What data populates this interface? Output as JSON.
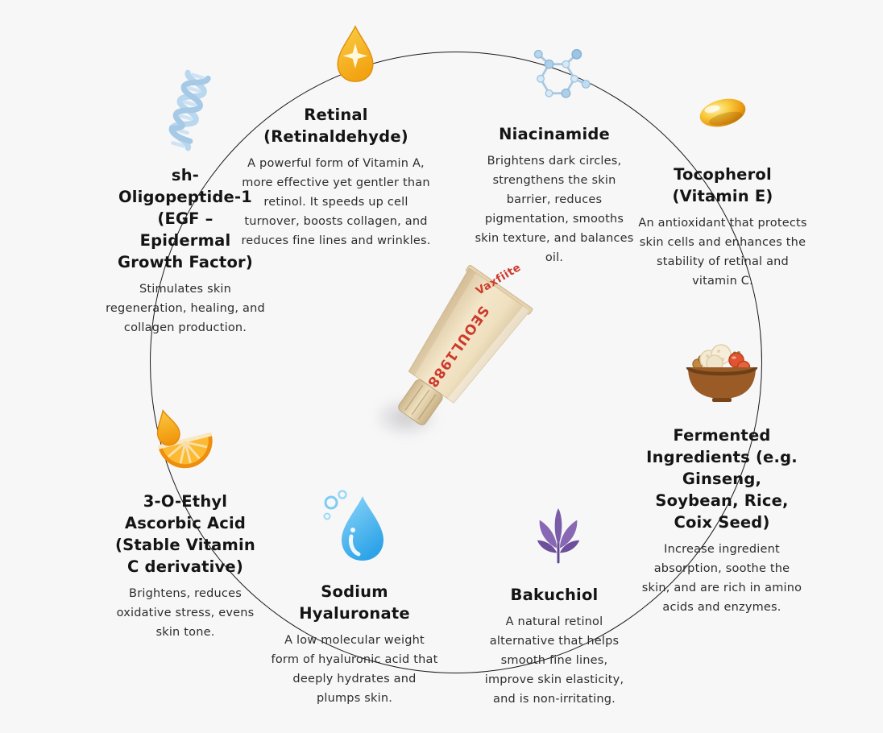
{
  "colors": {
    "background": "#f7f7f8",
    "circle_stroke": "#1a1a1a",
    "title_color": "#141414",
    "text_color": "#2d2d2d",
    "brand_red": "#cd3a2b"
  },
  "product": {
    "brand": "SEOUL1988",
    "variant": "Vaxfiite"
  },
  "ingredients": [
    {
      "icon": "dna-icon",
      "name": "sh-\nOligopeptide-1\n(EGF –\nEpidermal\nGrowth Factor)",
      "description": "Stimulates skin regeneration, healing, and collagen production."
    },
    {
      "icon": "retinal-droplet-icon",
      "name": "Retinal\n(Retinaldehyde)",
      "description": "A powerful form of Vitamin A, more effective yet gentler than retinol. It speeds up cell turnover, boosts collagen, and reduces fine lines and wrinkles."
    },
    {
      "icon": "molecule-icon",
      "name": "Niacinamide",
      "description": "Brightens dark circles, strengthens the skin barrier, reduces pigmentation, smooths skin texture, and balances oil."
    },
    {
      "icon": "vitamin-e-capsule-icon",
      "name": "Tocopherol\n(Vitamin E)",
      "description": "An antioxidant that protects skin cells and enhances the stability of retinal and vitamin C."
    },
    {
      "icon": "fermented-bowl-icon",
      "name": "Fermented\nIngredients (e.g.\nGinseng,\nSoybean, Rice,\nCoix Seed)",
      "description": "Increase ingredient absorption, soothe the skin, and are rich in amino acids and enzymes."
    },
    {
      "icon": "bakuchiol-plant-icon",
      "name": "Bakuchiol",
      "description": "A natural retinol alternative that helps smooth fine lines, improve skin elasticity, and is non-irritating."
    },
    {
      "icon": "water-droplet-icon",
      "name": "Sodium\nHyaluronate",
      "description": "A low molecular weight form of hyaluronic acid that deeply hydrates and plumps skin."
    },
    {
      "icon": "orange-slice-icon",
      "name": "3-O-Ethyl\nAscorbic Acid\n(Stable Vitamin\nC derivative)",
      "description": "Brightens, reduces oxidative stress, evens skin tone."
    }
  ]
}
